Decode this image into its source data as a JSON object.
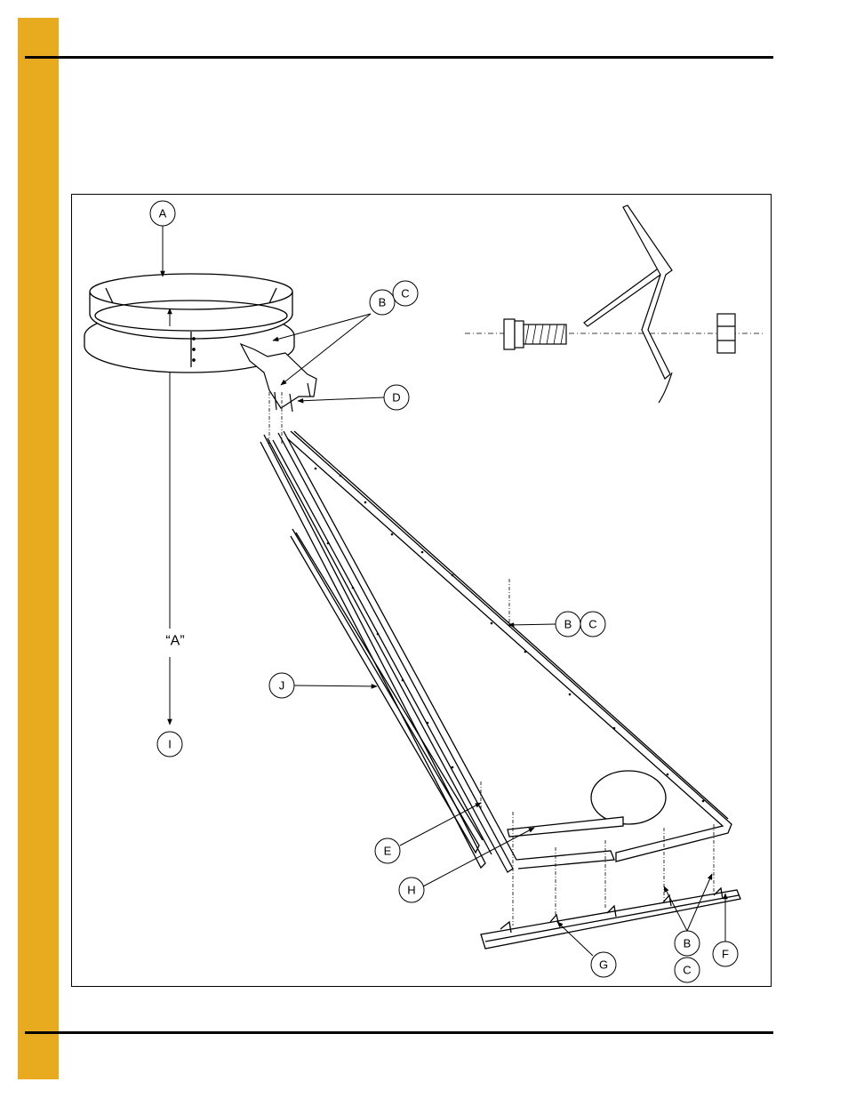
{
  "colors": {
    "side_band": "#E8AB20",
    "rule": "#000000",
    "line": "#000000",
    "background": "#FFFFFF"
  },
  "callouts": {
    "a": "A",
    "b1": "B",
    "c1": "C",
    "d": "D",
    "b2": "B",
    "c2": "C",
    "view": "“A”",
    "i": "I",
    "j": "J",
    "e": "E",
    "h": "H",
    "g": "G",
    "b3": "B",
    "c3": "C",
    "f": "F"
  },
  "icons": [
    "hex-bolt-icon",
    "hex-nut-icon",
    "bracket-clip-icon"
  ]
}
